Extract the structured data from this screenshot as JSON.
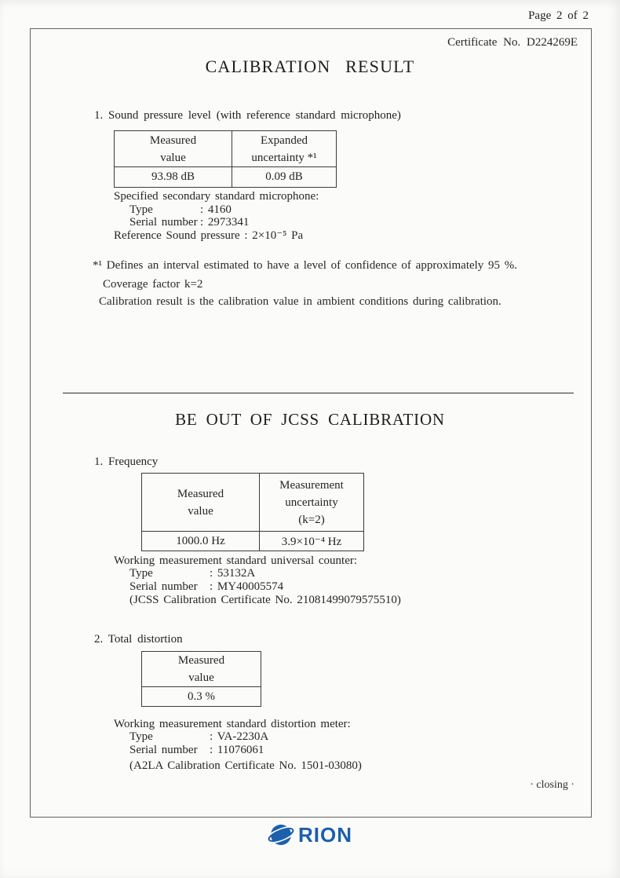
{
  "page": {
    "page_indicator": "Page 2 of 2",
    "certificate_label": "Certificate No. D224269E",
    "closing_mark": "· closing ·"
  },
  "calibration_result": {
    "title": "CALIBRATION RESULT",
    "sound_pressure": {
      "heading": "1. Sound pressure level (with reference standard microphone)",
      "table": {
        "measured_header": "Measured\nvalue",
        "uncertainty_header": "Expanded\nuncertainty *¹",
        "measured_value": "93.98 dB",
        "uncertainty_value": "0.09 dB"
      },
      "microphone": {
        "heading": "Specified secondary standard microphone:",
        "type_label": "Type",
        "type_value": ": 4160",
        "serial_label": "Serial number",
        "serial_value": ": 2973341",
        "reference_pressure": "Reference Sound pressure : 2×10⁻⁵  Pa"
      }
    },
    "footnote": "*¹ Defines an interval estimated to have a level of confidence of approximately 95 %.",
    "coverage_factor": "Coverage factor k=2",
    "ambient_note": "Calibration result is the calibration value in ambient conditions during calibration."
  },
  "out_of_jcss": {
    "title": "BE OUT OF JCSS CALIBRATION",
    "frequency": {
      "heading": "1. Frequency",
      "table": {
        "measured_header": "Measured\nvalue",
        "uncertainty_header": "Measurement\nuncertainty\n(k=2)",
        "measured_value": "1000.0 Hz",
        "uncertainty_value": "3.9×10⁻⁴ Hz"
      },
      "counter": {
        "heading": "Working measurement standard universal counter:",
        "type_label": "Type",
        "type_value": ": 53132A",
        "serial_label": "Serial number",
        "serial_value": ": MY40005574",
        "certificate_note": "(JCSS Calibration Certificate No. 21081499079575510)"
      }
    },
    "total_distortion": {
      "heading": "2. Total distortion",
      "table": {
        "measured_header": "Measured\nvalue",
        "measured_value": "0.3 %"
      },
      "meter": {
        "heading": "Working measurement standard distortion meter:",
        "type_label": "Type",
        "type_value": ": VA-2230A",
        "serial_label": "Serial number",
        "serial_value": ": 11076061",
        "certificate_note": "(A2LA Calibration Certificate No. 1501-03080)"
      }
    }
  },
  "logo": {
    "text": "RION",
    "color": "#1c5fad"
  }
}
